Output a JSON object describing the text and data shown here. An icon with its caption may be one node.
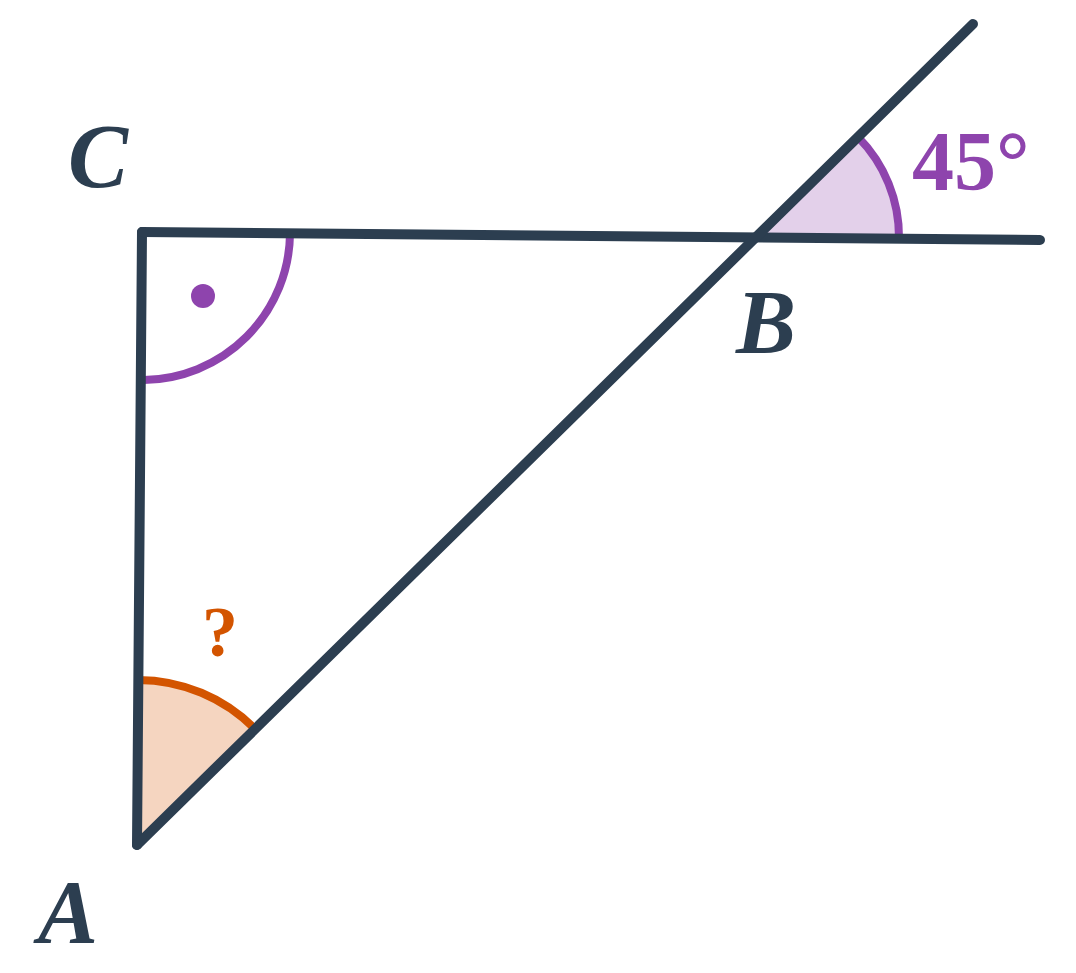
{
  "diagram": {
    "labels": [
      "C",
      "45°",
      "B",
      "?",
      "A"
    ]
  }
}
